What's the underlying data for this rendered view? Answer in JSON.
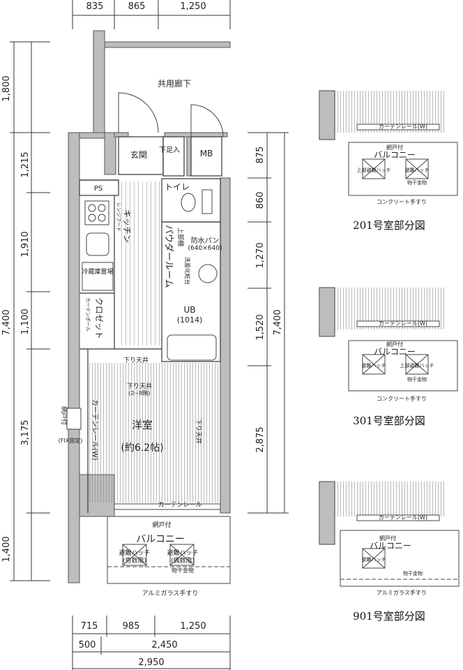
{
  "dimensions": {
    "top": [
      "835",
      "865",
      "1,250"
    ],
    "bottom_row1": [
      "715",
      "985",
      "1,250"
    ],
    "bottom_row2": [
      "500",
      "2,450"
    ],
    "bottom_total": "2,950",
    "left": [
      "1,800",
      "1,215",
      "1,910",
      "1,100",
      "3,175",
      "1,400"
    ],
    "left_total": "7,400",
    "right": [
      "875",
      "860",
      "1,270",
      "1,520",
      "2,875"
    ],
    "right_total": "7,400"
  },
  "rooms": {
    "corridor": "共用廊下",
    "entrance": "玄関",
    "shoe_box": "下足入",
    "mb": "MB",
    "ps": "PS",
    "toilet": "トイレ",
    "kitchen": "キッチン",
    "powder_room": "パウダールーム",
    "upper_cabinet": "上部棚",
    "waterproof_pan": "防水パン",
    "waterproof_pan_size": "(640×640)",
    "washbasin": "洗面化粧台",
    "fridge": "冷蔵庫置場",
    "closet": "クロゼット",
    "ub": "UB",
    "ub_size": "(1014)",
    "lowered_ceiling": "下り天井",
    "lowered_ceiling_floors": "下り天井",
    "floors_note": "(2~8階)",
    "western_room": "洋室",
    "western_room_size": "(約6.2帖)",
    "lowered_ceiling_right": "下り天井",
    "curtain_rail": "カーテンレール",
    "curtain_rail_w": "カーテンレール(W)",
    "curtain_rail_shaft": "カーテンレール",
    "curtain_pole": "カーテンポール",
    "range_hood": "レンジフード",
    "screen_door": "網戸付",
    "fixed_window": "(FIX固定)",
    "balcony": "バルコニー",
    "hatch_odd": "避難ハッチ",
    "hatch_odd_note": "(奇数階)",
    "hatch_even": "避難ハッチ",
    "hatch_even_note": "(偶数階)",
    "drying_hardware": "物干金物",
    "aluminum_rail": "アルミガラス手すり"
  },
  "partials": [
    {
      "caption": "201号室部分図",
      "screen_door": "網戸付",
      "balcony": "バルコニー",
      "hatch_left": "上部避難ハッチ",
      "hatch_right": "避難ハッチ",
      "hardware": "物干金物",
      "rail": "コンクリート手すり",
      "curtain": "カーテンレール(W)"
    },
    {
      "caption": "301号室部分図",
      "screen_door": "網戸付",
      "balcony": "バルコニー",
      "hatch_left": "避難ハッチ",
      "hatch_right": "上部避難ハッチ",
      "hardware": "物干金物",
      "rail": "コンクリート手すり",
      "curtain": "カーテンレール(W)"
    },
    {
      "caption": "901号室部分図",
      "screen_door": "網戸付",
      "balcony": "バルコニー",
      "hatch_left": "避難ハッチ",
      "hatch_right": "",
      "hardware": "物干金物",
      "rail": "アルミガラス手すり",
      "curtain": "カーテンレール(W)"
    }
  ]
}
